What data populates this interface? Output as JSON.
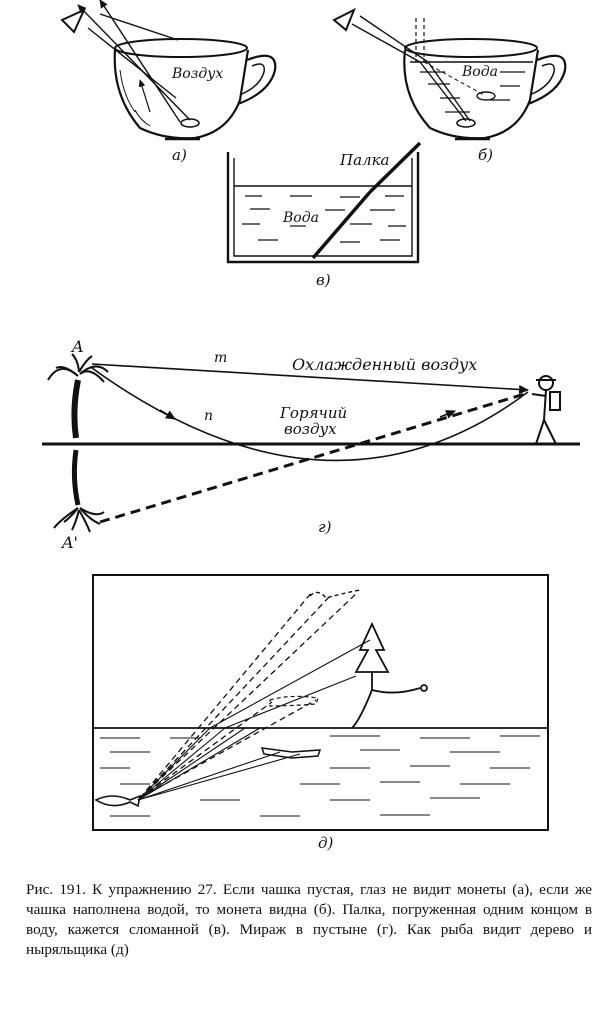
{
  "figures": {
    "a": {
      "label": "а)",
      "medium": "Воздух"
    },
    "b": {
      "label": "б)",
      "medium": "Вода"
    },
    "v": {
      "label": "в)",
      "stick": "Палка",
      "medium": "Вода"
    },
    "g": {
      "label": "г)",
      "point_a": "A",
      "point_a_prime": "A'",
      "ray_m": "m",
      "ray_n": "n",
      "cold_air": "Охлажденный воздух",
      "hot_air_line1": "Горячий",
      "hot_air_line2": "воздух"
    },
    "d": {
      "label": "д)"
    }
  },
  "caption": "Рис. 191. К упражнению 27. Если чашка пустая, глаз не видит монеты (а), если же чашка наполнена водой, то монета видна (б). Палка, погруженная одним концом в воду, кажется сломанной (в). Мираж в пустыне (г). Как рыба видит дерево и ныряльщика (д)"
}
